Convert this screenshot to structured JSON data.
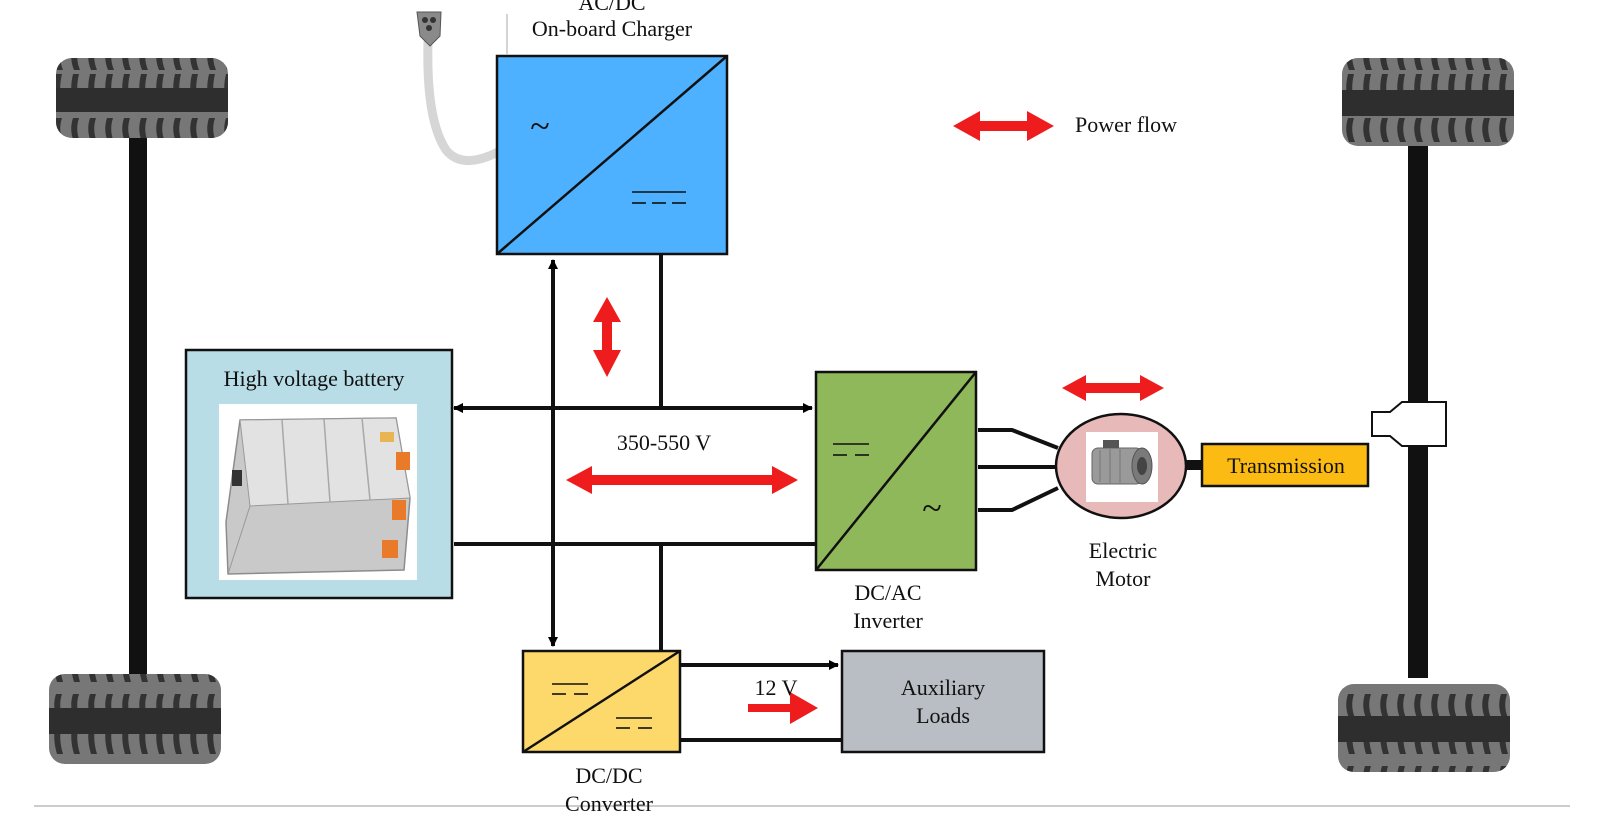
{
  "labels": {
    "charger_title_line1": "AC/DC",
    "charger_title_line2": "On-board Charger",
    "legend": "Power flow",
    "battery": "High voltage battery",
    "bus_voltage": "350-550 V",
    "inverter_line1": "DC/AC",
    "inverter_line2": "Inverter",
    "motor_line1": "Electric",
    "motor_line2": "Motor",
    "transmission": "Transmission",
    "aux_line1": "Auxiliary",
    "aux_line2": "Loads",
    "low_voltage": "12 V",
    "dcdc_line1": "DC/DC",
    "dcdc_line2": "Converter"
  },
  "symbols": {
    "ac": "~",
    "dc": "=="
  },
  "colors": {
    "charger_fill": "#4DB1FF",
    "battery_fill": "#B8DDE6",
    "inverter_fill": "#8FB85A",
    "dcdc_fill": "#FDD96B",
    "aux_fill": "#B9BEC4",
    "transmission_fill": "#FBBB12",
    "motor_fill": "#E8B9B9",
    "power_flow_arrow": "#EE1C1C"
  }
}
